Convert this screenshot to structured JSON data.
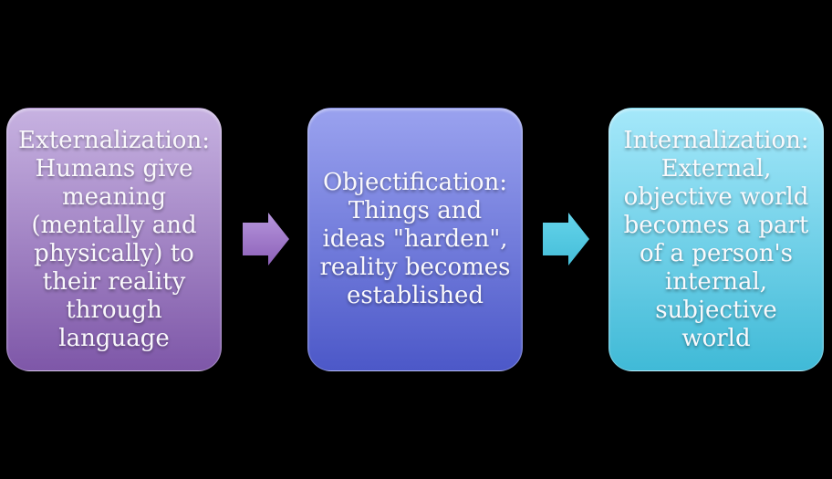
{
  "background_color": "#000000",
  "text_color": "#faf9fc",
  "boxes": [
    {
      "name": "externalization",
      "text": "Externalization:\nHumans give\nmeaning\n(mentally and\nphysically) to\ntheir reality\nthrough\nlanguage",
      "gradient_top": "#c7b2e1",
      "gradient_bottom": "#7e57a8"
    },
    {
      "name": "objectification",
      "text": "Objectification:\nThings and\nideas \"harden\",\nreality becomes\nestablished",
      "gradient_top": "#9aa2ef",
      "gradient_bottom": "#4c58c8"
    },
    {
      "name": "internalization",
      "text": "Internalization:\nExternal,\nobjective world\nbecomes a part\nof a person's\ninternal,\nsubjective\nworld",
      "gradient_top": "#a5e8fa",
      "gradient_bottom": "#40bad7"
    }
  ],
  "arrows": [
    {
      "name": "externalization-to-objectification",
      "direction": "right",
      "gradient_top": "#b696dc",
      "gradient_bottom": "#8c60b8"
    },
    {
      "name": "objectification-to-internalization",
      "direction": "right",
      "gradient_top": "#64d3ea",
      "gradient_bottom": "#45bed9"
    }
  ]
}
